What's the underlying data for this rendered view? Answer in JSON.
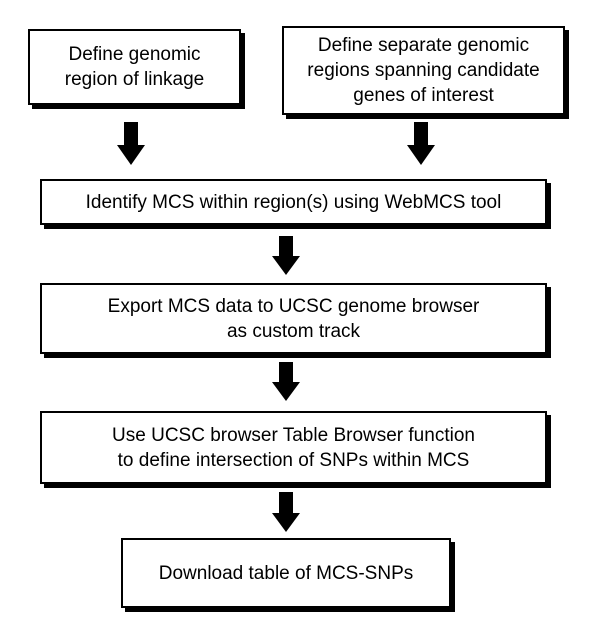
{
  "boxes": {
    "linkage": {
      "lines": [
        "Define genomic",
        "region of linkage"
      ]
    },
    "candidates": {
      "lines": [
        "Define separate genomic",
        "regions spanning candidate",
        "genes of interest"
      ]
    },
    "identify": {
      "lines": [
        "Identify MCS within region(s) using WebMCS tool"
      ]
    },
    "export": {
      "lines": [
        "Export MCS data to UCSC genome browser",
        "as custom track"
      ]
    },
    "intersect": {
      "lines": [
        "Use UCSC browser Table Browser function",
        "to define intersection of SNPs within MCS"
      ]
    },
    "download": {
      "lines": [
        "Download table of MCS-SNPs"
      ]
    }
  }
}
